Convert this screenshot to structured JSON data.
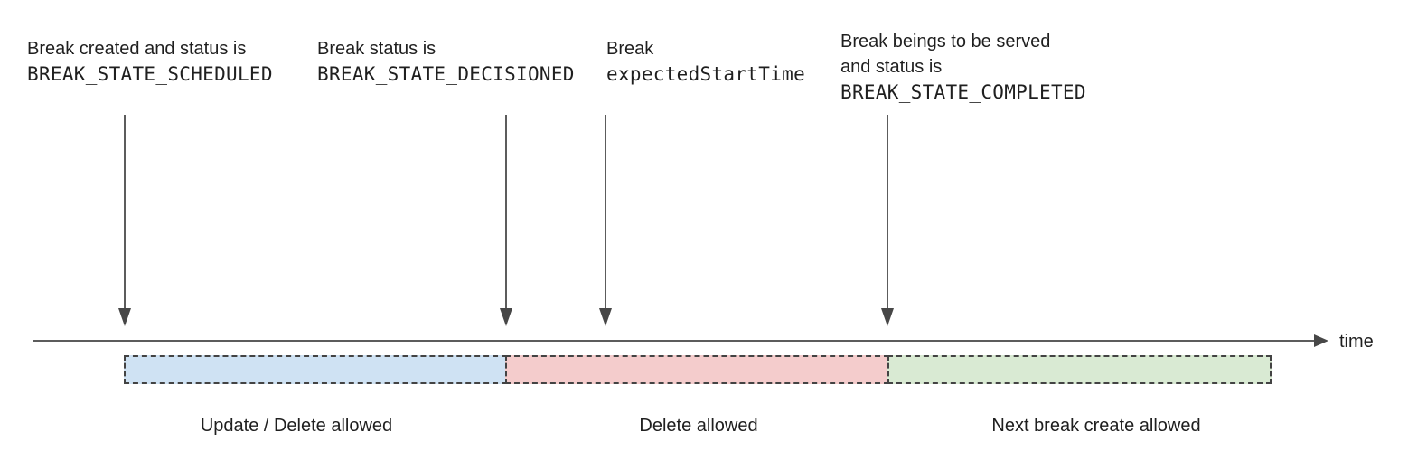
{
  "annotations": [
    {
      "line1": "Break created and status is",
      "line2": "BREAK_STATE_SCHEDULED"
    },
    {
      "line1": "Break status is",
      "line2": "BREAK_STATE_DECISIONED"
    },
    {
      "line1": "Break",
      "line2": "expectedStartTime"
    },
    {
      "line1": "Break beings to be served",
      "line2": "and status is",
      "line3": "BREAK_STATE_COMPLETED"
    }
  ],
  "timeline": {
    "axis_label": "time"
  },
  "segments": [
    {
      "label": "Update / Delete allowed",
      "color": "#cfe2f3"
    },
    {
      "label": "Delete allowed",
      "color": "#f4cccc"
    },
    {
      "label": "Next break create allowed",
      "color": "#d9ead3"
    }
  ],
  "colors": {
    "text": "#1f1f1f",
    "line": "#5c5c5c",
    "arrowhead": "#474747",
    "segment_border": "#434343",
    "background": "#ffffff"
  }
}
